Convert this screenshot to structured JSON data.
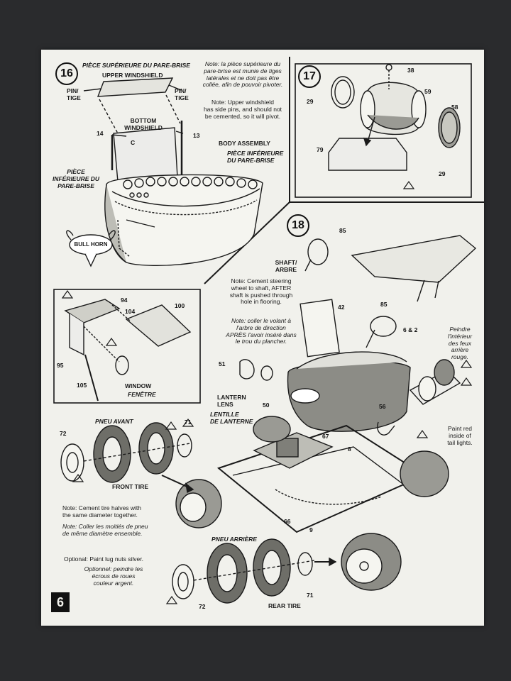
{
  "page": {
    "number": "6"
  },
  "step16": {
    "number": "16",
    "title_fr": "PIÈCE SUPÉRIEURE DU PARE-BRISE",
    "title_en": "UPPER WINDSHIELD",
    "pin_tige_left": "PIN/\nTIGE",
    "pin_tige_right": "PIN/\nTIGE",
    "bottom_windshield": "BOTTOM\nWINDSHIELD",
    "piece_inferieure": "PIÈCE\nINFÉRIEURE DU\nPARE-BRISE",
    "body_assembly": "BODY ASSEMBLY",
    "body_fr": "PIÈCE INFÉRIEURE\nDU PARE-BRISE",
    "note_fr": "Note: la pièce supérieure du\npare-brise est munie de tiges\nlatérales et ne doit pas être\ncollée, afin de pouvoir pivoter.",
    "note_en": "Note: Upper windshield\nhas side pins, and should not\nbe cemented, so it will pivot.",
    "part_14": "14",
    "part_13": "13",
    "letter_c": "C",
    "logo_text": "BULL HORN"
  },
  "step17": {
    "number": "17",
    "parts": {
      "p38": "38",
      "p59": "59",
      "p58": "58",
      "p29a": "29",
      "p29b": "29",
      "p79": "79"
    }
  },
  "inset": {
    "parts": {
      "p94": "94",
      "p104": "104",
      "p100": "100",
      "p95": "95",
      "p105": "105"
    },
    "window_en": "WINDOW",
    "window_fr": "FENÊTRE"
  },
  "step18": {
    "number": "18",
    "shaft": "SHAFT/\nARBRE",
    "note_en": "Note: Cement steering\nwheel to shaft, AFTER\nshaft is pushed through\nhole in flooring.",
    "note_fr": "Note: coller le volant à\nl'arbre de direction\nAPRÈS l'avoir inséré dans\nle trou du plancher.",
    "lantern": "LANTERN\nLENS",
    "lantern_fr": "LENTILLE\nDE LANTERNE",
    "paint_fr": "Peindre\nl'intérieur\ndes feux\narrière\nrouge.",
    "paint_en": "Paint red\ninside of\ntail lights.",
    "parts": {
      "p85a": "85",
      "p85b": "85",
      "p42": "42",
      "p51": "51",
      "p50": "50",
      "p56": "56",
      "p67": "67",
      "p8": "8",
      "p66": "66",
      "p9": "9",
      "p6": "6 & 2"
    }
  },
  "front_tire": {
    "label_fr": "PNEU AVANT",
    "label_en": "FRONT TIRE",
    "p72": "72",
    "p71": "71"
  },
  "rear_tire": {
    "label_fr": "PNEU ARRIÈRE",
    "label_en": "REAR TIRE",
    "p72": "72",
    "p71": "71"
  },
  "notes": {
    "cement_en": "Note: Cement tire halves with\nthe same diameter together.",
    "cement_fr": "Note: Coller les moitiés de pneu\nde même diamètre ensemble.",
    "lug_en": "Optional: Paint lug nuts silver.",
    "lug_fr": "Optionnel: peindre les\nécrous de roues\ncouleur argent."
  }
}
